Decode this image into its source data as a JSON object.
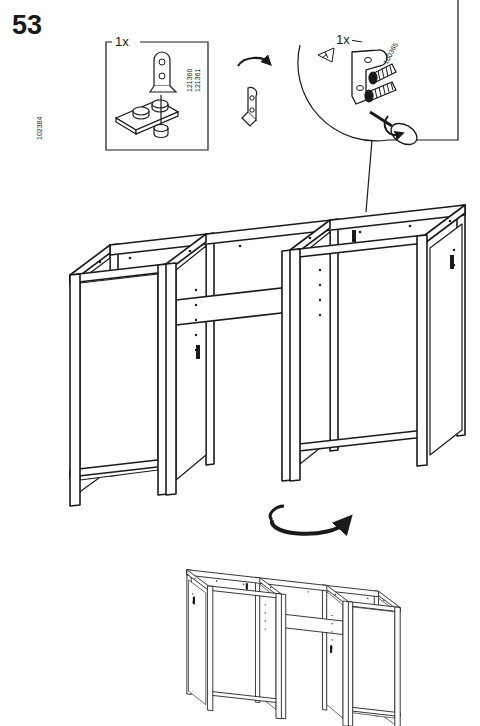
{
  "diagram": {
    "labels": [
      "53",
      "1x",
      "102384",
      "121360",
      "121361",
      "1x",
      "100365"
    ]
  }
}
